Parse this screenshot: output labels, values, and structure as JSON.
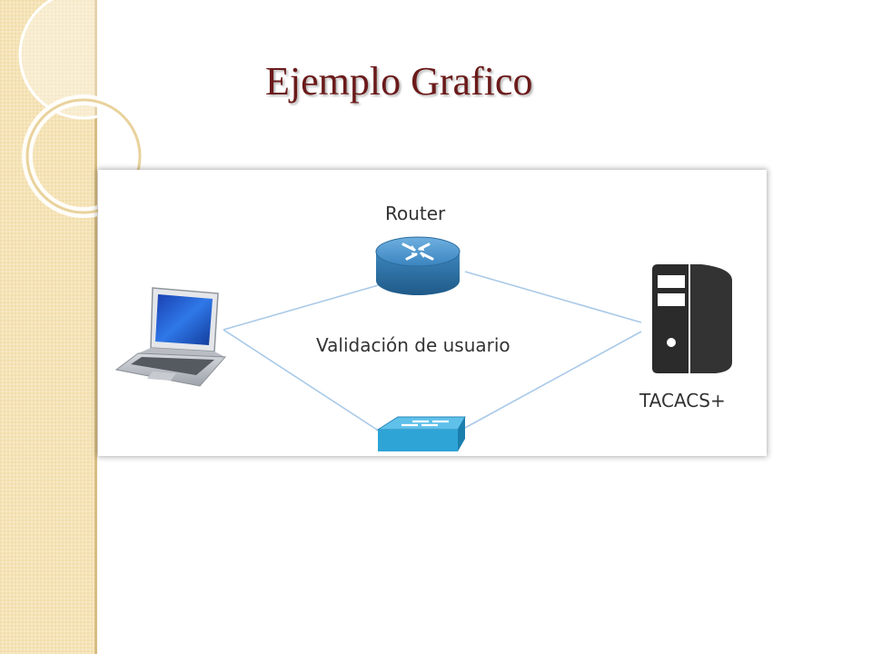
{
  "slide": {
    "title": "Ejemplo Grafico"
  },
  "diagram": {
    "nodes": {
      "router": {
        "label": "Router",
        "icon": "router-icon"
      },
      "laptop": {
        "icon": "laptop-icon"
      },
      "server": {
        "label": "TACACS+",
        "icon": "server-tower-icon"
      },
      "switch": {
        "icon": "switch-icon"
      }
    },
    "center_label": "Validación de usuario",
    "links": [
      {
        "from": "laptop",
        "to": "router"
      },
      {
        "from": "router",
        "to": "server"
      },
      {
        "from": "laptop",
        "to": "switch"
      },
      {
        "from": "switch",
        "to": "server"
      }
    ]
  },
  "colors": {
    "title": "#6b1a1a",
    "side_band": "#f6e4b6",
    "link": "#a9c9e8",
    "router": "#2f74a8",
    "switch": "#2ea4d6",
    "server": "#2b2b2b"
  }
}
